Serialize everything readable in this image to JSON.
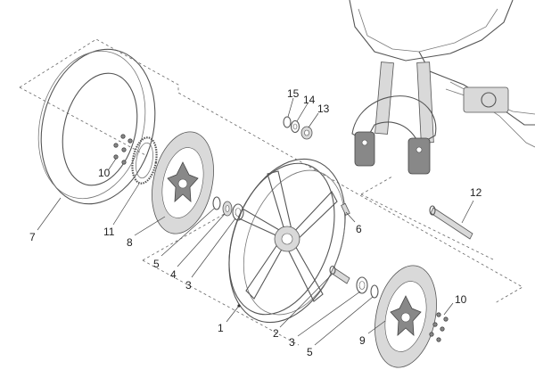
{
  "callouts": {
    "c1": "1",
    "c2": "2",
    "c3a": "3",
    "c3b": "3",
    "c4": "4",
    "c5a": "5",
    "c5b": "5",
    "c6": "6",
    "c7": "7",
    "c8": "8",
    "c9": "9",
    "c10a": "10",
    "c10b": "10",
    "c11": "11",
    "c12": "12",
    "c13": "13",
    "c14": "14",
    "c15": "15"
  }
}
